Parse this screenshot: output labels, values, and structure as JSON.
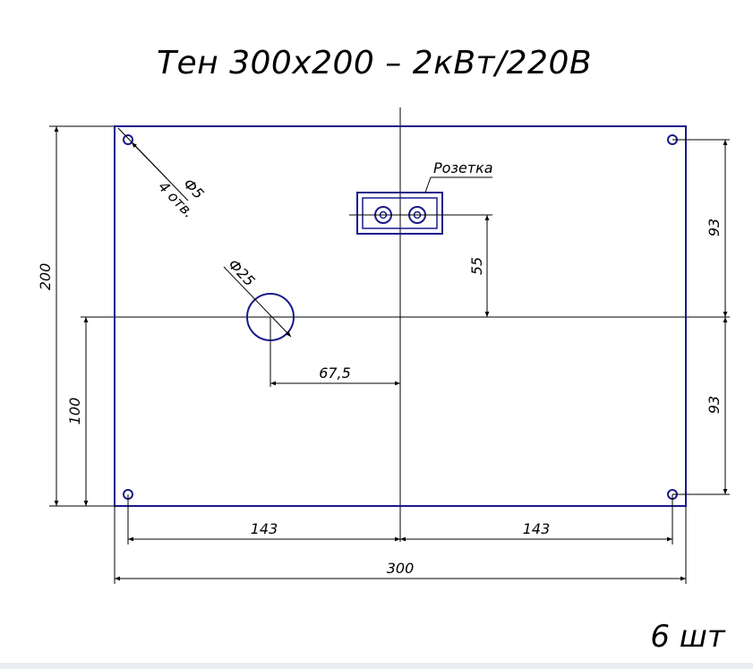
{
  "title": "Тен 300х200 – 2кВт/220В",
  "quantity": "6 шт",
  "socket_label": "Розетка",
  "dimensions": {
    "overall_width": "300",
    "overall_height": "200",
    "half_width_left": "143",
    "half_width_right": "143",
    "center_height": "100",
    "upper_offset": "93",
    "lower_offset": "93",
    "socket_offset": "55",
    "hole_offset": "67,5",
    "large_hole_dia": "Ф25",
    "small_hole_dia": "Ф5",
    "small_hole_count": "4 отв."
  },
  "colors": {
    "part_outline": "#1a1a8c",
    "dimension_lines": "#000000"
  }
}
